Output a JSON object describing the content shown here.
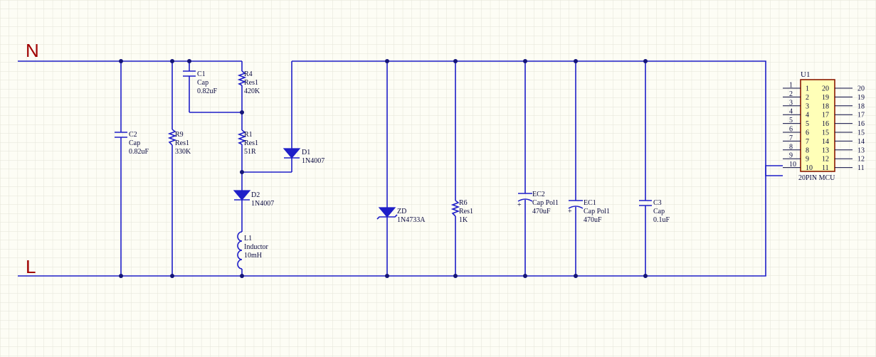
{
  "nets": {
    "top": "N",
    "bottom": "L"
  },
  "components": {
    "C1": {
      "ref": "C1",
      "type": "Cap",
      "value": "0.82uF"
    },
    "C2": {
      "ref": "C2",
      "type": "Cap",
      "value": "0.82uF"
    },
    "C3": {
      "ref": "C3",
      "type": "Cap",
      "value": "0.1uF"
    },
    "R1": {
      "ref": "R1",
      "type": "Res1",
      "value": "51R"
    },
    "R4": {
      "ref": "R4",
      "type": "Res1",
      "value": "420K"
    },
    "R6": {
      "ref": "R6",
      "type": "Res1",
      "value": "1K"
    },
    "R9": {
      "ref": "R9",
      "type": "Res1",
      "value": "330K"
    },
    "D1": {
      "ref": "D1",
      "value": "1N4007"
    },
    "D2": {
      "ref": "D2",
      "value": "1N4007"
    },
    "ZD": {
      "ref": "ZD",
      "value": "1N4733A"
    },
    "L1": {
      "ref": "L1",
      "type": "Inductor",
      "value": "10mH"
    },
    "EC1": {
      "ref": "EC1",
      "type": "Cap Pol1",
      "value": "470uF"
    },
    "EC2": {
      "ref": "EC2",
      "type": "Cap Pol1",
      "value": "470uF"
    },
    "U1": {
      "ref": "U1",
      "type": "20PIN MCU"
    }
  },
  "mcu": {
    "left_pins": [
      "1",
      "2",
      "3",
      "4",
      "5",
      "6",
      "7",
      "8",
      "9",
      "10"
    ],
    "right_pins": [
      "20",
      "19",
      "18",
      "17",
      "16",
      "15",
      "14",
      "13",
      "12",
      "11"
    ]
  },
  "colors": {
    "wire": "#1e1ec8",
    "net_label": "#a00000",
    "chip_fill": "#ffffb8",
    "chip_border": "#8b1a00",
    "grid": "#e4e4d8"
  }
}
